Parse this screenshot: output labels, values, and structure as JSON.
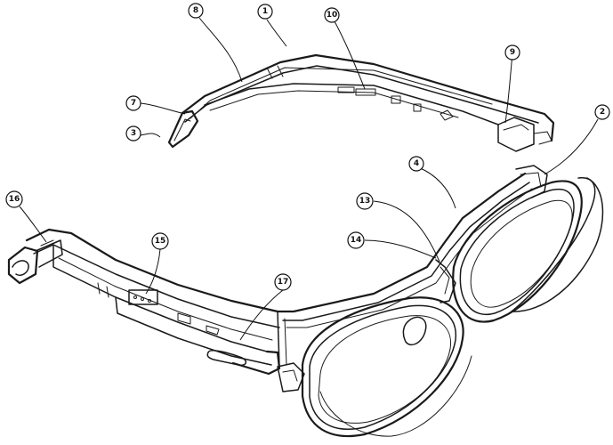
{
  "callouts": [
    {
      "id": "c1",
      "label": "1"
    },
    {
      "id": "c2",
      "label": "2"
    },
    {
      "id": "c3",
      "label": "3"
    },
    {
      "id": "c4",
      "label": "4"
    },
    {
      "id": "c7",
      "label": "7"
    },
    {
      "id": "c8",
      "label": "8"
    },
    {
      "id": "c9",
      "label": "9"
    },
    {
      "id": "c10",
      "label": "10"
    },
    {
      "id": "c13",
      "label": "13"
    },
    {
      "id": "c14",
      "label": "14"
    },
    {
      "id": "c15",
      "label": "15"
    },
    {
      "id": "c16",
      "label": "16"
    },
    {
      "id": "c17",
      "label": "17"
    }
  ]
}
